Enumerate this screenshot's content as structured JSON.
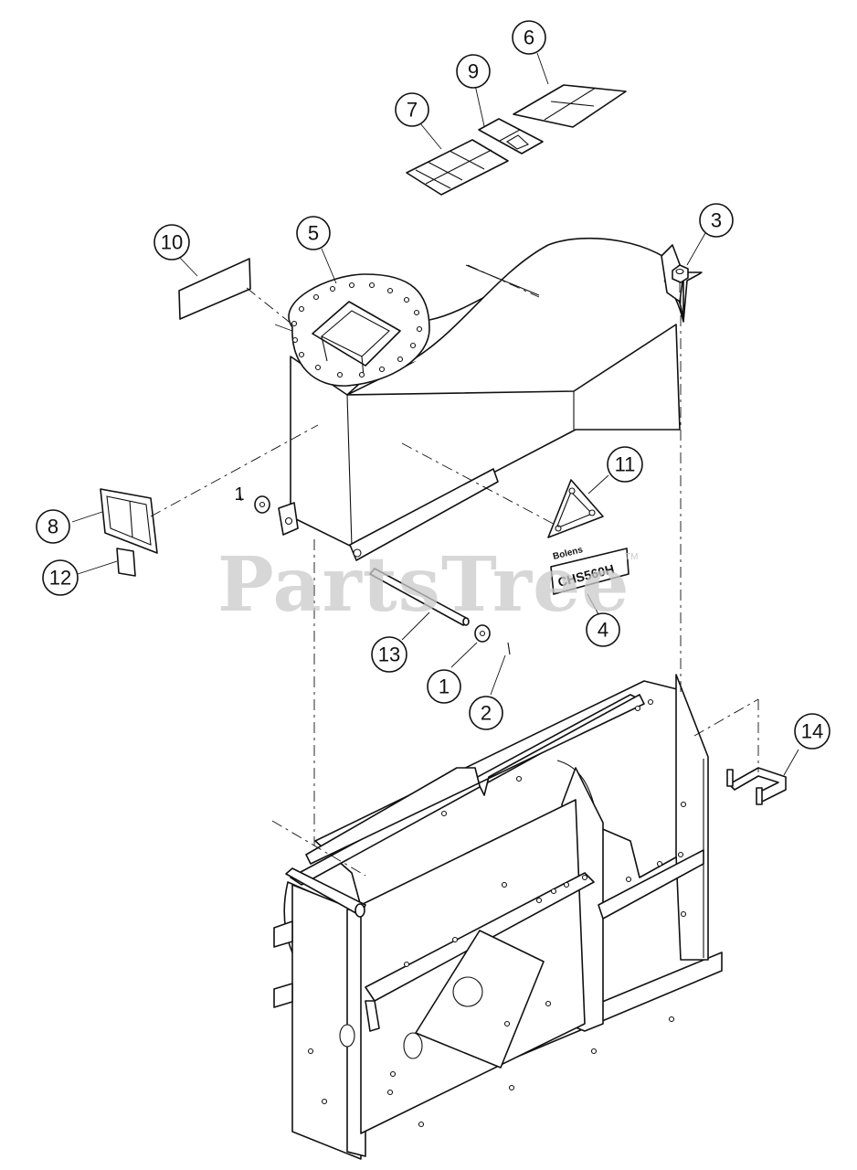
{
  "watermark": {
    "text": "PartsTree",
    "trademark": "TM"
  },
  "decal_text": {
    "model_label": "CHS560H",
    "brand_label": "Bolens"
  },
  "callouts": [
    {
      "id": "callout-1a",
      "number": "1"
    },
    {
      "id": "callout-1b",
      "number": "1"
    },
    {
      "id": "callout-2",
      "number": "2"
    },
    {
      "id": "callout-3",
      "number": "3"
    },
    {
      "id": "callout-4",
      "number": "4"
    },
    {
      "id": "callout-5",
      "number": "5"
    },
    {
      "id": "callout-6",
      "number": "6"
    },
    {
      "id": "callout-7",
      "number": "7"
    },
    {
      "id": "callout-8",
      "number": "8"
    },
    {
      "id": "callout-9",
      "number": "9"
    },
    {
      "id": "callout-10",
      "number": "10"
    },
    {
      "id": "callout-11",
      "number": "11"
    },
    {
      "id": "callout-12",
      "number": "12"
    },
    {
      "id": "callout-13",
      "number": "13"
    },
    {
      "id": "callout-14",
      "number": "14"
    }
  ]
}
